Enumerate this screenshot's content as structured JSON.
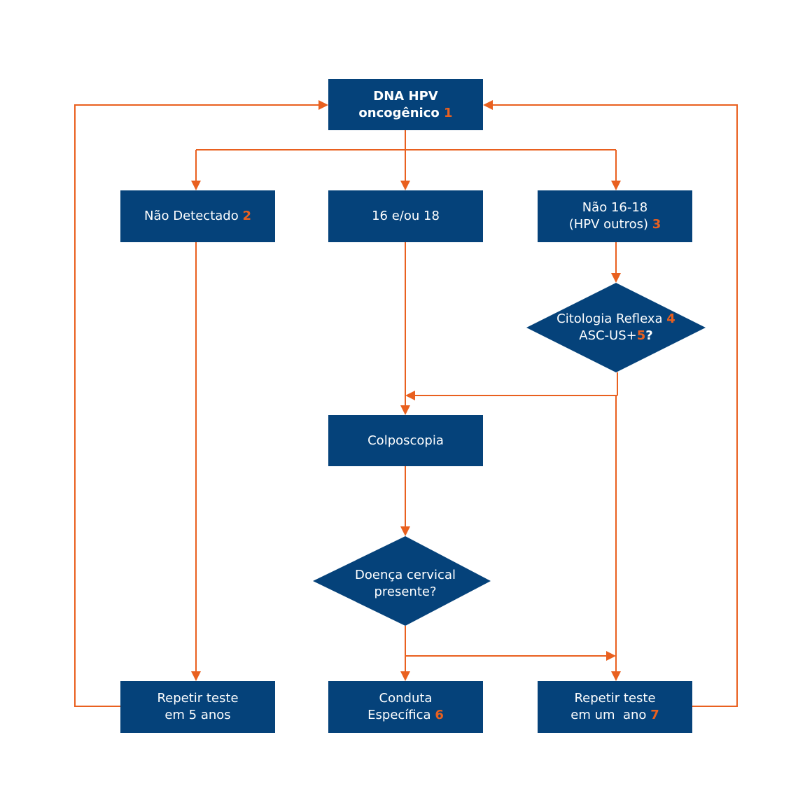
{
  "colors": {
    "box": "#05427a",
    "arrow": "#e9601f",
    "text": "#ffffff",
    "number": "#e9601f"
  },
  "nodes": {
    "dna_hpv": {
      "line1": "DNA HPV",
      "line2": "oncogênico",
      "num": "1"
    },
    "nao_detectado": {
      "line1": "Não Detectado",
      "num": "2"
    },
    "hpv_16_18": {
      "line1": "16 e/ou 18"
    },
    "nao_16_18": {
      "line1": "Não 16-18",
      "line2": "(HPV outros)",
      "num": "3"
    },
    "citologia": {
      "line1": "Citologia Reflexa",
      "num1": "4",
      "line2": "ASC-US+",
      "num2": "5",
      "q": "?"
    },
    "colposcopia": {
      "line1": "Colposcopia"
    },
    "doenca": {
      "line1": "Doença cervical",
      "line2": "presente?"
    },
    "repetir_5": {
      "line1": "Repetir teste",
      "line2": "em 5 anos"
    },
    "conduta": {
      "line1": "Conduta",
      "line2": "Específica",
      "num": "6"
    },
    "repetir_1": {
      "line1": "Repetir teste",
      "line2": "em um  ano",
      "num": "7"
    }
  }
}
